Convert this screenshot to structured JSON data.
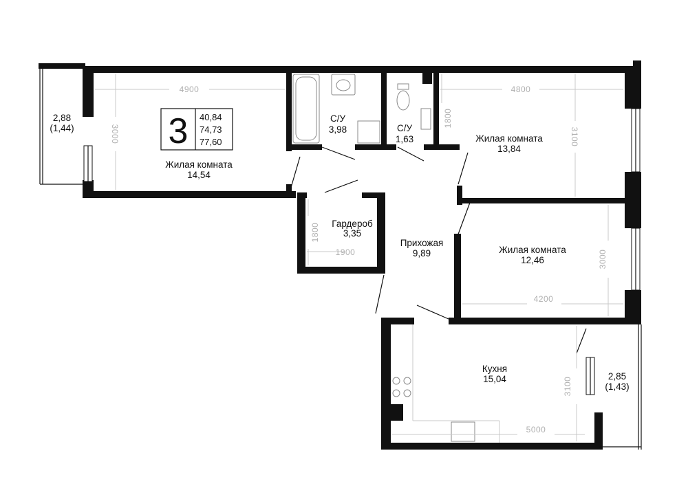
{
  "badge": {
    "rooms": "3",
    "living_area": "40,84",
    "total_area": "74,73",
    "full_area": "77,60"
  },
  "rooms": {
    "living1": {
      "name": "Жилая комната",
      "area": "14,54"
    },
    "bath": {
      "name": "С/У",
      "area": "3,98"
    },
    "wc": {
      "name": "С/У",
      "area": "1,63"
    },
    "living2": {
      "name": "Жилая комната",
      "area": "13,84"
    },
    "wardrobe": {
      "name": "Гардероб",
      "area": "3,35"
    },
    "hall": {
      "name": "Прихожая",
      "area": "9,89"
    },
    "living3": {
      "name": "Жилая комната",
      "area": "12,46"
    },
    "kitchen": {
      "name": "Кухня",
      "area": "15,04"
    },
    "balcony_left": {
      "area": "2,88",
      "reduced": "(1,44)"
    },
    "balcony_right": {
      "area": "2,85",
      "reduced": "(1,43)"
    }
  },
  "dimensions": {
    "living1_width": "4900",
    "living1_depth": "3000",
    "living2_width": "4800",
    "living2_depth": "3100",
    "wc_depth": "1800",
    "wardrobe_width": "1900",
    "wardrobe_depth": "1800",
    "living3_width": "4200",
    "living3_depth": "3000",
    "kitchen_width": "5000",
    "kitchen_depth": "3100"
  }
}
